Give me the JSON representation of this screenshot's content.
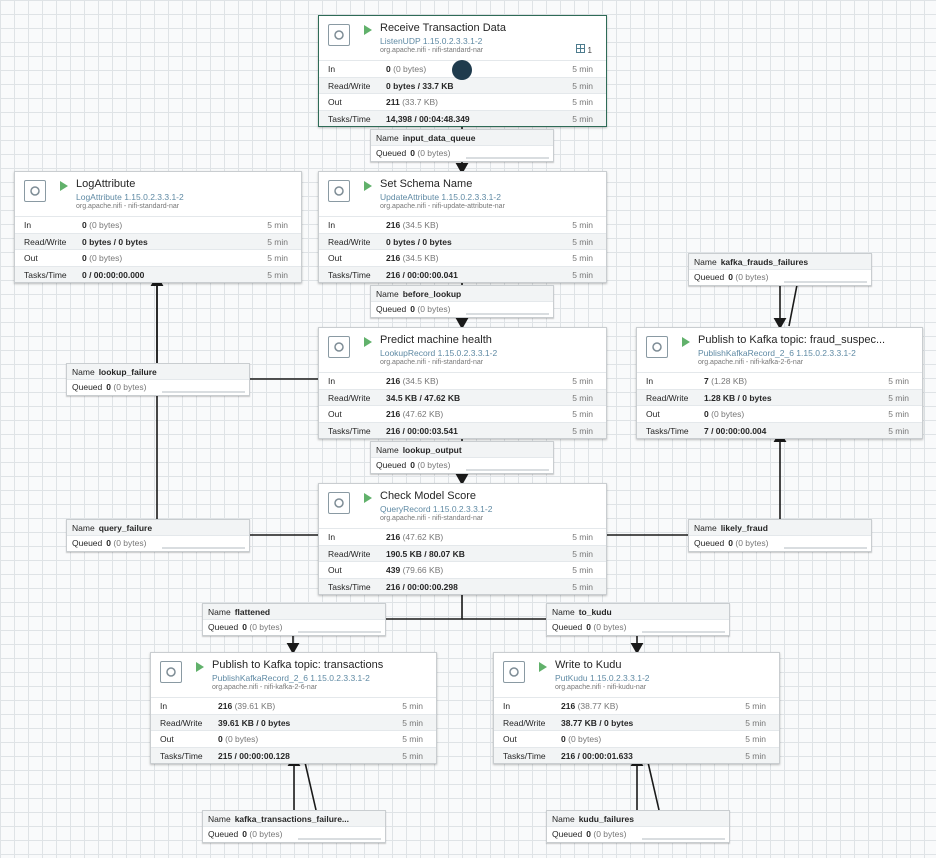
{
  "processors": {
    "receive": {
      "name": "Receive Transaction Data",
      "type": "ListenUDP 1.15.0.2.3.3.1-2",
      "bundle": "org.apache.nifi - nifi-standard-nar",
      "threads": "1",
      "in": {
        "label": "In",
        "count": "0",
        "size": "(0 bytes)",
        "window": "5 min"
      },
      "rw": {
        "label": "Read/Write",
        "value": "0 bytes / 33.7 KB",
        "window": "5 min"
      },
      "out": {
        "label": "Out",
        "count": "211",
        "size": "(33.7 KB)",
        "window": "5 min"
      },
      "tasks": {
        "label": "Tasks/Time",
        "value": "14,398 / 00:04:48.349",
        "window": "5 min"
      }
    },
    "logattr": {
      "name": "LogAttribute",
      "type": "LogAttribute 1.15.0.2.3.3.1-2",
      "bundle": "org.apache.nifi - nifi-standard-nar",
      "in": {
        "label": "In",
        "count": "0",
        "size": "(0 bytes)",
        "window": "5 min"
      },
      "rw": {
        "label": "Read/Write",
        "value": "0 bytes / 0 bytes",
        "window": "5 min"
      },
      "out": {
        "label": "Out",
        "count": "0",
        "size": "(0 bytes)",
        "window": "5 min"
      },
      "tasks": {
        "label": "Tasks/Time",
        "value": "0 / 00:00:00.000",
        "window": "5 min"
      }
    },
    "schema": {
      "name": "Set Schema Name",
      "type": "UpdateAttribute 1.15.0.2.3.3.1-2",
      "bundle": "org.apache.nifi - nifi-update-attribute-nar",
      "in": {
        "label": "In",
        "count": "216",
        "size": "(34.5 KB)",
        "window": "5 min"
      },
      "rw": {
        "label": "Read/Write",
        "value": "0 bytes / 0 bytes",
        "window": "5 min"
      },
      "out": {
        "label": "Out",
        "count": "216",
        "size": "(34.5 KB)",
        "window": "5 min"
      },
      "tasks": {
        "label": "Tasks/Time",
        "value": "216 / 00:00:00.041",
        "window": "5 min"
      }
    },
    "predict": {
      "name": "Predict machine health",
      "type": "LookupRecord 1.15.0.2.3.3.1-2",
      "bundle": "org.apache.nifi - nifi-standard-nar",
      "in": {
        "label": "In",
        "count": "216",
        "size": "(34.5 KB)",
        "window": "5 min"
      },
      "rw": {
        "label": "Read/Write",
        "value": "34.5 KB / 47.62 KB",
        "window": "5 min"
      },
      "out": {
        "label": "Out",
        "count": "216",
        "size": "(47.62 KB)",
        "window": "5 min"
      },
      "tasks": {
        "label": "Tasks/Time",
        "value": "216 / 00:00:03.541",
        "window": "5 min"
      }
    },
    "fraud": {
      "name": "Publish to Kafka topic: fraud_suspec...",
      "type": "PublishKafkaRecord_2_6 1.15.0.2.3.3.1-2",
      "bundle": "org.apache.nifi - nifi-kafka-2-6-nar",
      "in": {
        "label": "In",
        "count": "7",
        "size": "(1.28 KB)",
        "window": "5 min"
      },
      "rw": {
        "label": "Read/Write",
        "value": "1.28 KB / 0 bytes",
        "window": "5 min"
      },
      "out": {
        "label": "Out",
        "count": "0",
        "size": "(0 bytes)",
        "window": "5 min"
      },
      "tasks": {
        "label": "Tasks/Time",
        "value": "7 / 00:00:00.004",
        "window": "5 min"
      }
    },
    "check": {
      "name": "Check Model Score",
      "type": "QueryRecord 1.15.0.2.3.3.1-2",
      "bundle": "org.apache.nifi - nifi-standard-nar",
      "in": {
        "label": "In",
        "count": "216",
        "size": "(47.62 KB)",
        "window": "5 min"
      },
      "rw": {
        "label": "Read/Write",
        "value": "190.5 KB / 80.07 KB",
        "window": "5 min"
      },
      "out": {
        "label": "Out",
        "count": "439",
        "size": "(79.66 KB)",
        "window": "5 min"
      },
      "tasks": {
        "label": "Tasks/Time",
        "value": "216 / 00:00:00.298",
        "window": "5 min"
      }
    },
    "kafka": {
      "name": "Publish to Kafka topic: transactions",
      "type": "PublishKafkaRecord_2_6 1.15.0.2.3.3.1-2",
      "bundle": "org.apache.nifi - nifi-kafka-2-6-nar",
      "in": {
        "label": "In",
        "count": "216",
        "size": "(39.61 KB)",
        "window": "5 min"
      },
      "rw": {
        "label": "Read/Write",
        "value": "39.61 KB / 0 bytes",
        "window": "5 min"
      },
      "out": {
        "label": "Out",
        "count": "0",
        "size": "(0 bytes)",
        "window": "5 min"
      },
      "tasks": {
        "label": "Tasks/Time",
        "value": "215 / 00:00:00.128",
        "window": "5 min"
      }
    },
    "kudu": {
      "name": "Write to Kudu",
      "type": "PutKudu 1.15.0.2.3.3.1-2",
      "bundle": "org.apache.nifi - nifi-kudu-nar",
      "in": {
        "label": "In",
        "count": "216",
        "size": "(38.77 KB)",
        "window": "5 min"
      },
      "rw": {
        "label": "Read/Write",
        "value": "38.77 KB / 0 bytes",
        "window": "5 min"
      },
      "out": {
        "label": "Out",
        "count": "0",
        "size": "(0 bytes)",
        "window": "5 min"
      },
      "tasks": {
        "label": "Tasks/Time",
        "value": "216 / 00:00:01.633",
        "window": "5 min"
      }
    }
  },
  "connections": {
    "labels": {
      "name": "Name",
      "queued": "Queued"
    },
    "input_data_queue": {
      "name": "input_data_queue",
      "count": "0",
      "size": "(0 bytes)"
    },
    "before_lookup": {
      "name": "before_lookup",
      "count": "0",
      "size": "(0 bytes)"
    },
    "lookup_failure": {
      "name": "lookup_failure",
      "count": "0",
      "size": "(0 bytes)"
    },
    "lookup_output": {
      "name": "lookup_output",
      "count": "0",
      "size": "(0 bytes)"
    },
    "kafka_frauds_failures": {
      "name": "kafka_frauds_failures",
      "count": "0",
      "size": "(0 bytes)"
    },
    "query_failure": {
      "name": "query_failure",
      "count": "0",
      "size": "(0 bytes)"
    },
    "likely_fraud": {
      "name": "likely_fraud",
      "count": "0",
      "size": "(0 bytes)"
    },
    "flattened": {
      "name": "flattened",
      "count": "0",
      "size": "(0 bytes)"
    },
    "to_kudu": {
      "name": "to_kudu",
      "count": "0",
      "size": "(0 bytes)"
    },
    "kafka_transactions_failure": {
      "name": "kafka_transactions_failure...",
      "count": "0",
      "size": "(0 bytes)"
    },
    "kudu_failures": {
      "name": "kudu_failures",
      "count": "0",
      "size": "(0 bytes)"
    }
  },
  "icons": {
    "processor": "processor-icon",
    "run": "play-icon",
    "threads": "grid-icon",
    "cursor": "cursor-icon"
  },
  "colors": {
    "run": "#61b16b",
    "selected_border": "#2e6b57",
    "type_text": "#5f8aa4"
  }
}
